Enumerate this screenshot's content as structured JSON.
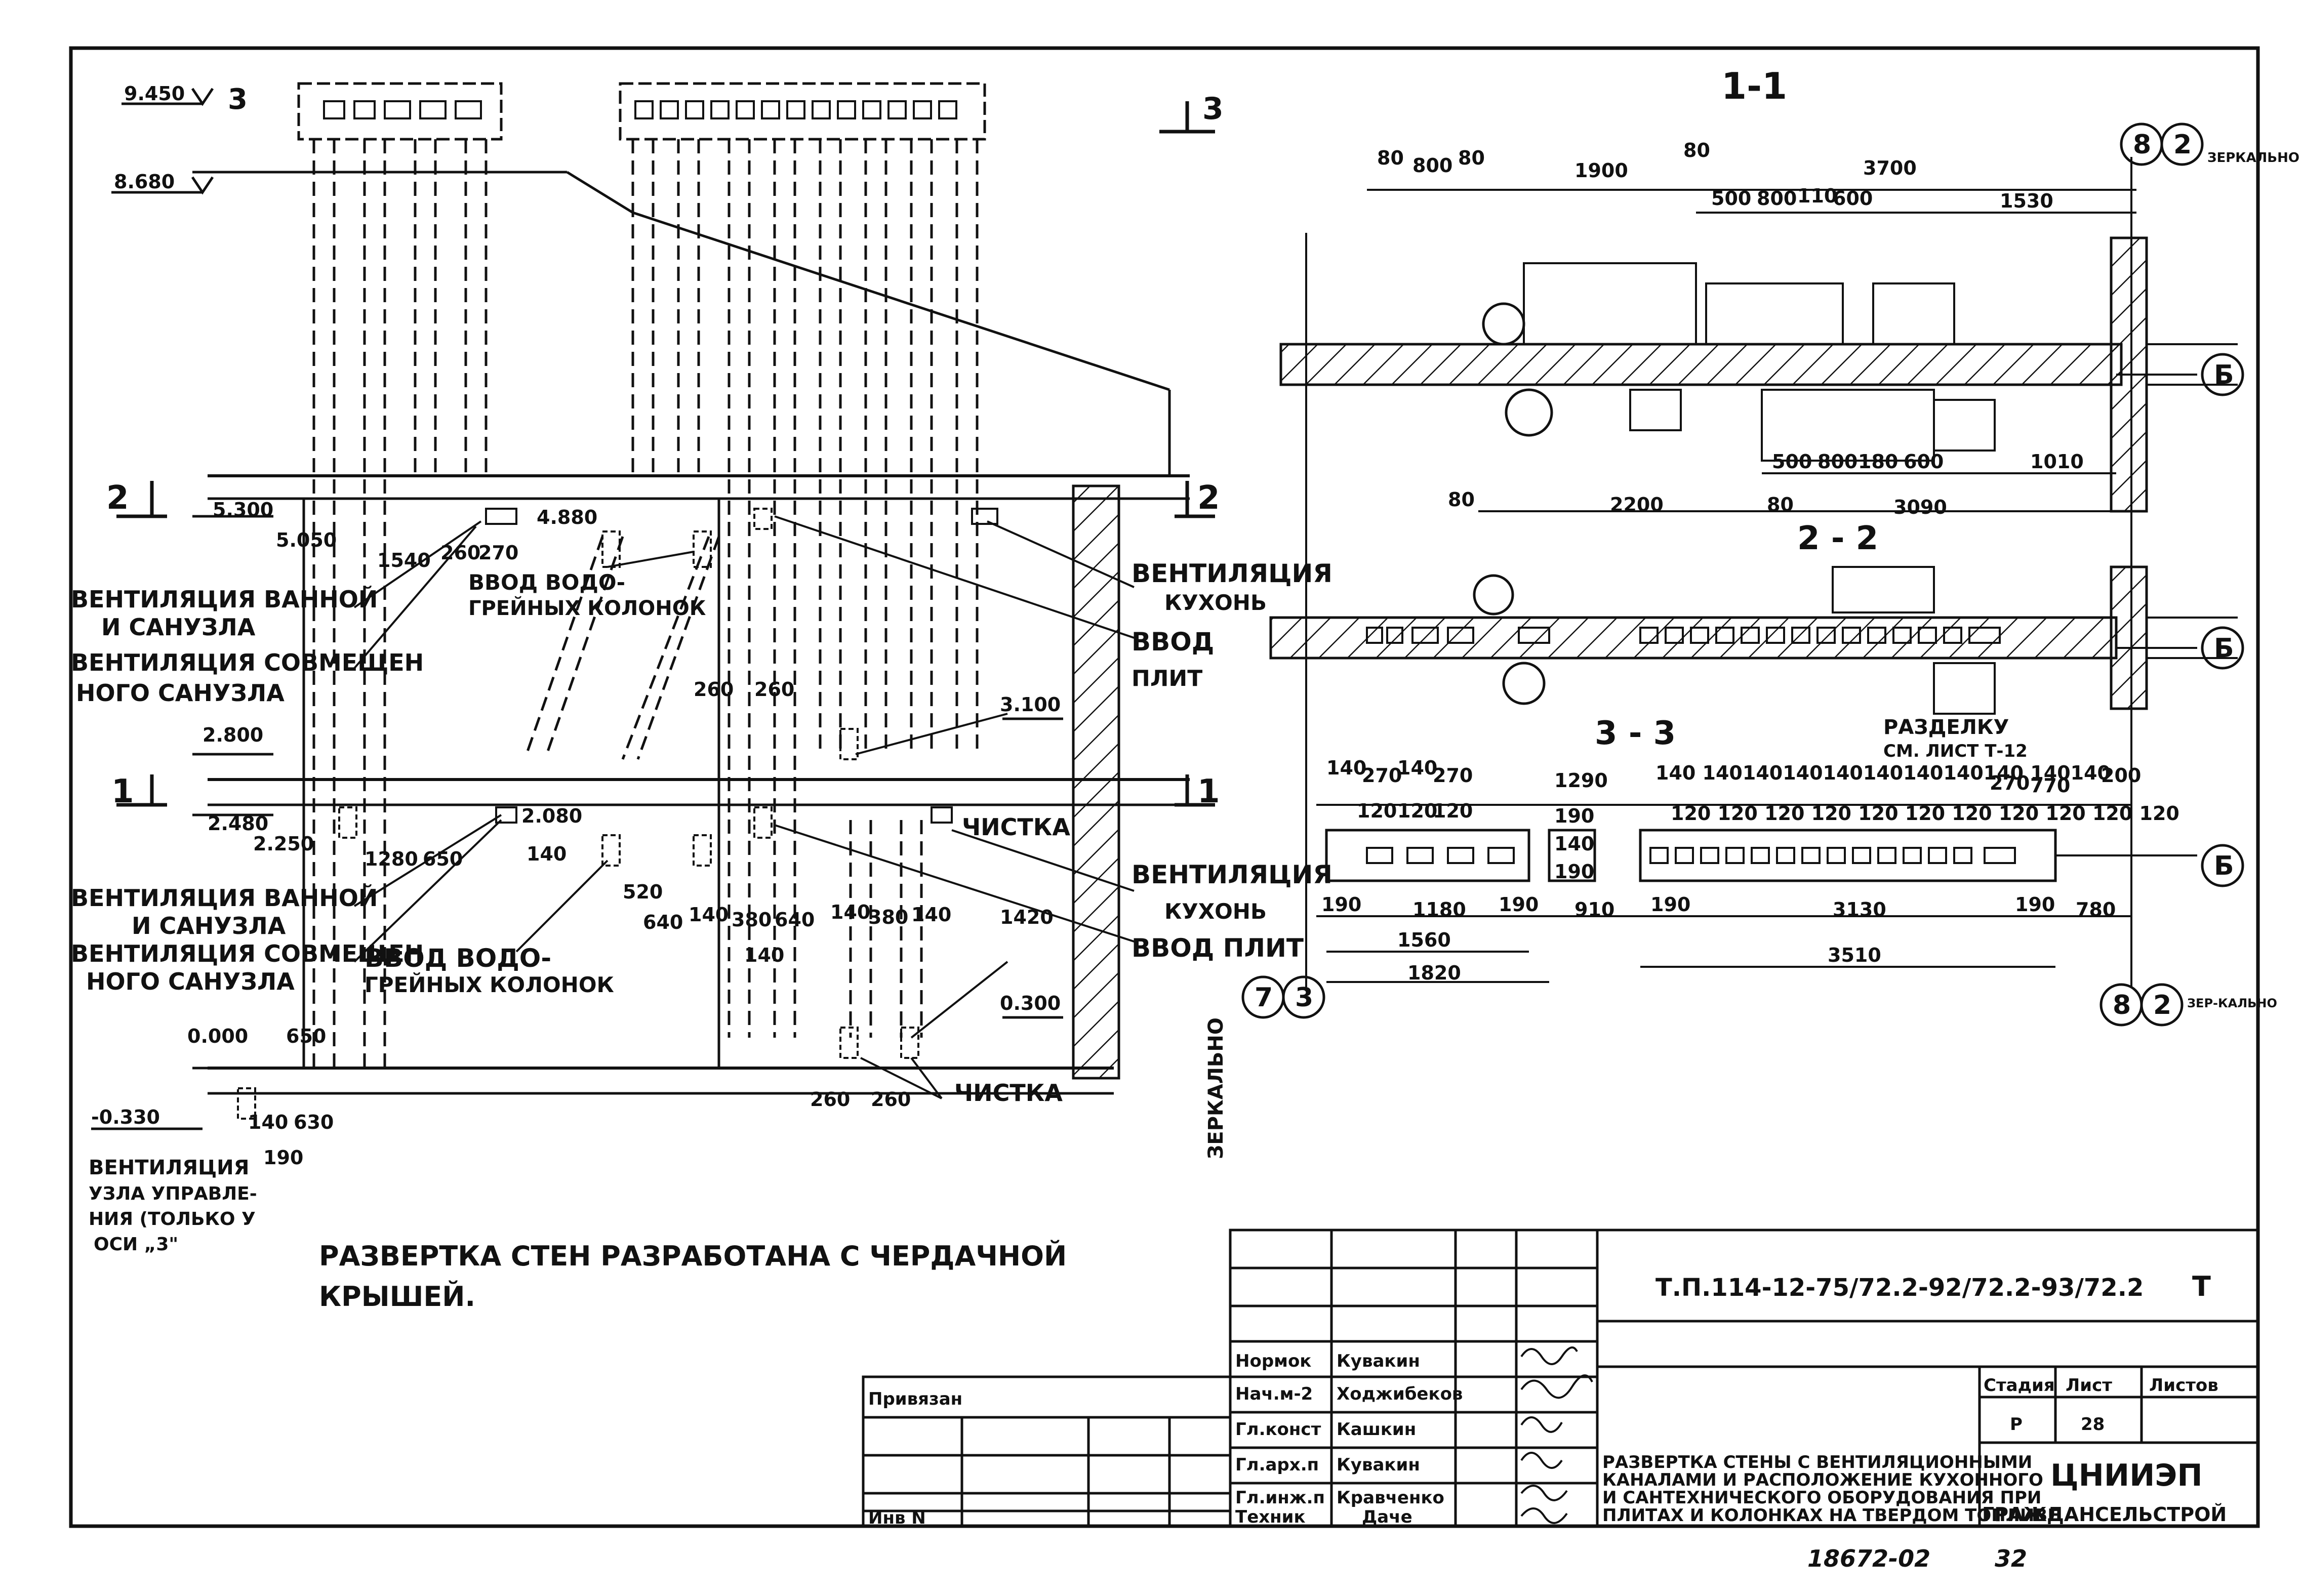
{
  "sheet": {
    "section_1_1": "1-1",
    "section_2_2": "2 - 2",
    "section_3_3": "3 - 3",
    "cut_marks": {
      "c3": "3",
      "c2": "2",
      "c1": "1",
      "c3b": "3"
    },
    "axes": {
      "a8": "8",
      "a2": "2",
      "a7": "7",
      "a3": "3",
      "b": "Б",
      "mirror_top": "ЗЕРКАЛЬНО",
      "mirror_bottom": "ЗЕР-КАЛЬНО",
      "mirror_left": "ЗЕРКАЛЬНО"
    },
    "elevations": [
      "9.450",
      "8.680",
      "5.300",
      "5.050",
      "4.880",
      "2.800",
      "2.480",
      "2.250",
      "2.080",
      "0.000",
      "-0.330",
      "3.100",
      "0.300"
    ],
    "annotations": {
      "vent_bath_top": "ВЕНТИЛЯЦИЯ ВАННОЙ",
      "and_wc_top": "И САНУЗЛА",
      "vent_combined_top": "ВЕНТИЛЯЦИЯ СОВМЕЩЕН",
      "combined_wc_top": "НОГО САНУЗЛА",
      "water_heater_top_1": "ВВОД ВОДО-",
      "water_heater_top_2": "ГРЕЙНЫХ КОЛОНОК",
      "vent_kitchen_top_1": "ВЕНТИЛЯЦИЯ",
      "vent_kitchen_top_2": "КУХОНЬ",
      "stove_top_1": "ВВОД",
      "stove_top_2": "ПЛИТ",
      "vent_bath_mid": "ВЕНТИЛЯЦИЯ ВАННОЙ",
      "and_wc_mid": "И САНУЗЛА",
      "vent_combined_mid": "ВЕНТИЛЯЦИЯ СОВМЕЩЕН",
      "combined_wc_mid": "НОГО САНУЗЛА",
      "water_heater_mid_1": "ВВОД ВОДО-",
      "water_heater_mid_2": "ГРЕЙНЫХ КОЛОНОК",
      "cleaning_1": "ЧИСТКА",
      "vent_kitchen_mid_1": "ВЕНТИЛЯЦИЯ",
      "vent_kitchen_mid_2": "КУХОНЬ",
      "stove_mid": "ВВОД ПЛИТ",
      "cleaning_2": "ЧИСТКА",
      "vent_node_1": "ВЕНТИЛЯЦИЯ",
      "vent_node_2": "УЗЛА УПРАВЛЕ-",
      "vent_node_3": "НИЯ (ТОЛЬКО У",
      "vent_node_4": "ОСИ „3\"",
      "cut_ref_1": "РАЗДЕЛКУ",
      "cut_ref_2": "СМ. ЛИСТ Т-12"
    },
    "note_line1": "РАЗВЕРТКА СТЕН РАЗРАБОТАНА С ЧЕРДАЧНОЙ",
    "note_line2": "КРЫШЕЙ.",
    "dims_1_1_top": [
      "80",
      "800",
      "80",
      "1900",
      "80",
      "3700"
    ],
    "dims_1_1_sub": [
      "500",
      "800",
      "110",
      "600",
      "1530"
    ],
    "dims_1_1_bottom": [
      "500",
      "800",
      "180",
      "600",
      "1010"
    ],
    "dims_1_1_total": [
      "80",
      "2200",
      "80",
      "3090"
    ],
    "dims_3_3_top": [
      "140",
      "270",
      "140",
      "270",
      "1290",
      "140 140140140140140140140140 140140",
      "270",
      "770",
      "200"
    ],
    "dims_3_3_small": [
      "120",
      "120",
      "120",
      "120 120 120 120 120 120 120 120 120 120 120"
    ],
    "dims_3_3_bottom": [
      "190",
      "1180",
      "190",
      "910",
      "190",
      "3130",
      "190",
      "780"
    ],
    "dims_3_3_total": [
      "1560",
      "1820",
      "3510"
    ],
    "dims_3_3_side": [
      "190",
      "140",
      "190"
    ],
    "dims_elev": [
      "1540",
      "260",
      "270",
      "260",
      "260",
      "1280",
      "650",
      "140",
      "520",
      "640",
      "140",
      "380",
      "640",
      "140",
      "380",
      "140",
      "1420",
      "140",
      "260",
      "260",
      "650",
      "140",
      "630",
      "190"
    ]
  },
  "title_block": {
    "code": "Т.П.114-12-75/72.2-92/72.2-93/72.2",
    "section_letter": "Т",
    "roles": [
      "Нормок",
      "Нач.м-2",
      "Гл.конст",
      "Гл.арх.п",
      "Гл.инж.п",
      "Техник"
    ],
    "names": [
      "Кувакин",
      "Ходжибеков",
      "Кашкин",
      "Кувакин",
      "Кравченко",
      "Даче"
    ],
    "bound_label": "Привязан",
    "inv_label": "Инв N",
    "stage_header": "Стадия",
    "sheet_header": "Лист",
    "sheets_header": "Листов",
    "stage_value": "Р",
    "sheet_value": "28",
    "description": [
      "РАЗВЕРТКА СТЕНЫ С ВЕНТИЛЯЦИОННЫМИ",
      "КАНАЛАМИ И РАСПОЛОЖЕНИЕ КУХОННОГО",
      "И САНТЕХНИЧЕСКОГО ОБОРУДОВАНИЯ ПРИ",
      "ПЛИТАХ И КОЛОНКАХ НА ТВЕРДОМ ТОПЛИВЕ"
    ],
    "org_line1": "ЦНИИЭП",
    "org_line2": "ГРАЖДАНСЕЛЬСТРОЙ"
  },
  "footer": {
    "archive_no": "18672-02",
    "page": "32"
  }
}
